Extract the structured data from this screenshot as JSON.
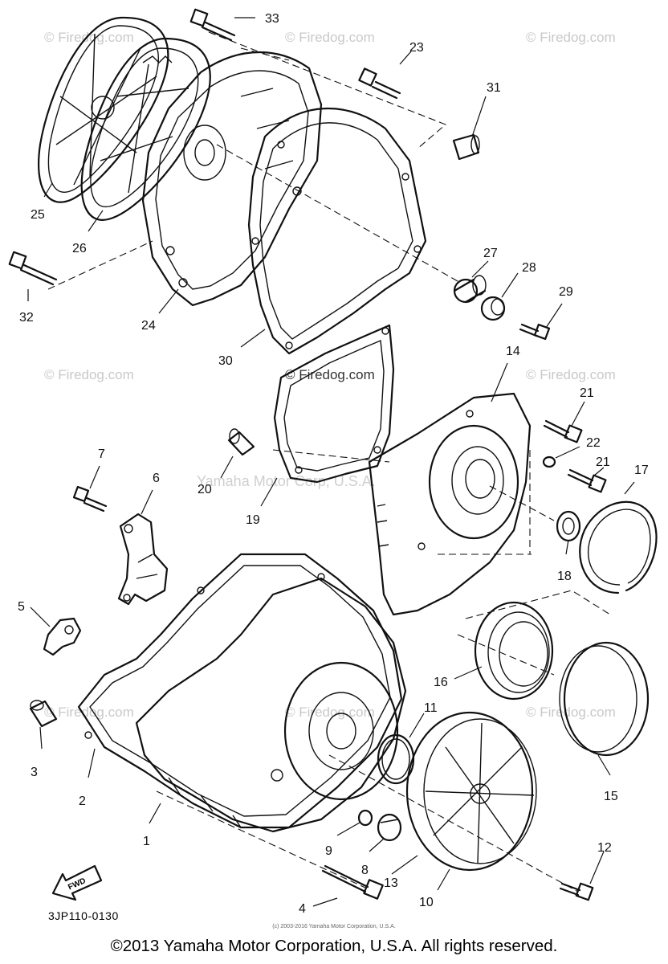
{
  "watermarks": [
    "© Firedog.com",
    "© Firedog.com",
    "© Firedog.com",
    "© Firedog.com",
    "© Firedog.com",
    "© Firedog.com",
    "© Firedog.com",
    "© Firedog.com",
    "© Firedog.com"
  ],
  "center_watermark": "Yamaha Motor Corp, U.S.A.",
  "callouts": [
    {
      "id": "c33",
      "label": "33"
    },
    {
      "id": "c23",
      "label": "23"
    },
    {
      "id": "c31",
      "label": "31"
    },
    {
      "id": "c25",
      "label": "25"
    },
    {
      "id": "c26",
      "label": "26"
    },
    {
      "id": "c32",
      "label": "32"
    },
    {
      "id": "c24",
      "label": "24"
    },
    {
      "id": "c27",
      "label": "27"
    },
    {
      "id": "c28",
      "label": "28"
    },
    {
      "id": "c29",
      "label": "29"
    },
    {
      "id": "c30",
      "label": "30"
    },
    {
      "id": "c14",
      "label": "14"
    },
    {
      "id": "c21a",
      "label": "21"
    },
    {
      "id": "c22",
      "label": "22"
    },
    {
      "id": "c21b",
      "label": "21"
    },
    {
      "id": "c17",
      "label": "17"
    },
    {
      "id": "c7",
      "label": "7"
    },
    {
      "id": "c6",
      "label": "6"
    },
    {
      "id": "c20",
      "label": "20"
    },
    {
      "id": "c19",
      "label": "19"
    },
    {
      "id": "c18",
      "label": "18"
    },
    {
      "id": "c5",
      "label": "5"
    },
    {
      "id": "c16",
      "label": "16"
    },
    {
      "id": "c11",
      "label": "11"
    },
    {
      "id": "c3",
      "label": "3"
    },
    {
      "id": "c2",
      "label": "2"
    },
    {
      "id": "c15",
      "label": "15"
    },
    {
      "id": "c1",
      "label": "1"
    },
    {
      "id": "c9",
      "label": "9"
    },
    {
      "id": "c8",
      "label": "8"
    },
    {
      "id": "c12",
      "label": "12"
    },
    {
      "id": "c13",
      "label": "13"
    },
    {
      "id": "c4",
      "label": "4"
    },
    {
      "id": "c10",
      "label": "10"
    }
  ],
  "fwd_label": "FWD",
  "ref_code": "3JP110-0130",
  "small_credit": "(c) 2003-2016 Yamaha Motor Corporation, U.S.A.",
  "copyright": "©2013 Yamaha Motor Corporation, U.S.A. All rights reserved."
}
